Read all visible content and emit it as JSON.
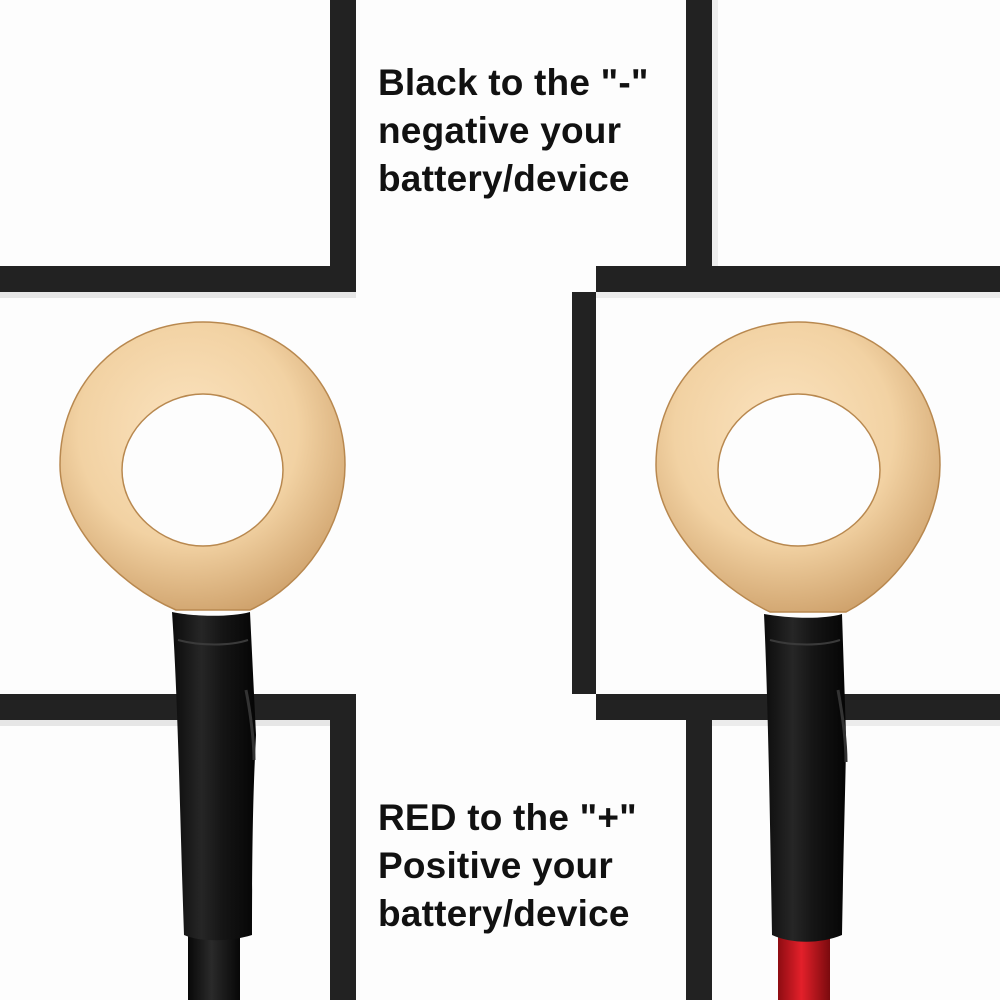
{
  "instructions": {
    "negative": {
      "lines": [
        "Black to the \"-\"",
        "negative your",
        "battery/device"
      ]
    },
    "positive": {
      "lines": [
        "RED to the \"+\"",
        "Positive your",
        "battery/device"
      ]
    }
  },
  "terminals": {
    "negative": {
      "wire_color": "black",
      "wire_hex": "#1a1a1a"
    },
    "positive": {
      "wire_color": "red",
      "wire_hex": "#d8141c"
    }
  },
  "colors": {
    "background": "#fdfdfd",
    "grid_lines": "#222222",
    "ring_terminal": "#f2d2a3",
    "heat_shrink": "#151515",
    "text": "#111111"
  }
}
